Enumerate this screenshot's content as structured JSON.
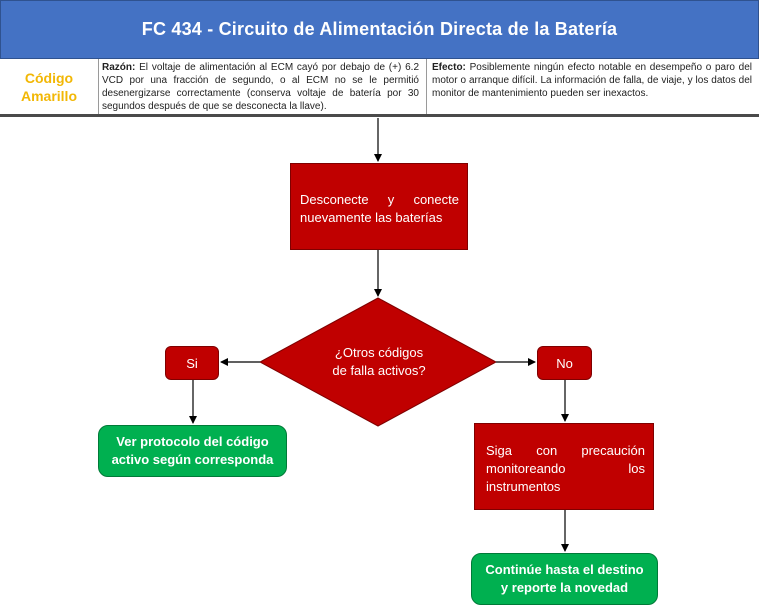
{
  "header": {
    "title": "FC 434 - Circuito de Alimentación Directa de la Batería"
  },
  "info": {
    "code_line1": "Código",
    "code_line2": "Amarillo",
    "reason_label": "Razón:",
    "reason_text": "El voltaje de alimentación al ECM cayó por debajo de (+) 6.2 VCD por una fracción de segundo, o al ECM no se le permitió desenergizarse correctamente (conserva voltaje de batería por 30 segundos después de que se desconecta la llave).",
    "effect_label": "Efecto:",
    "effect_text": "Posiblemente ningún efecto notable en desempeño o paro del motor o arranque difícil. La información de falla, de viaje, y los datos del monitor de mantenimiento pueden ser inexactos."
  },
  "flow": {
    "step1": {
      "line1": [
        "Desconecte",
        "y",
        "conecte"
      ],
      "line2": "nuevamente las baterías"
    },
    "decision": {
      "line1": "¿Otros códigos",
      "line2": "de falla activos?"
    },
    "yes_label": "Si",
    "no_label": "No",
    "yes_result": {
      "line1": "Ver protocolo del código",
      "line2": "activo según corresponda"
    },
    "caution": {
      "line1": [
        "Siga",
        "con",
        "precaución"
      ],
      "line2": [
        "monitoreando",
        "los"
      ],
      "line3": "instrumentos"
    },
    "final": {
      "line1": "Continúe hasta el destino",
      "line2": "y reporte la novedad"
    }
  },
  "colors": {
    "header_bg": "#4472c4",
    "code_text": "#f2b705",
    "process_fill": "#c00000",
    "terminal_fill": "#00b050"
  }
}
